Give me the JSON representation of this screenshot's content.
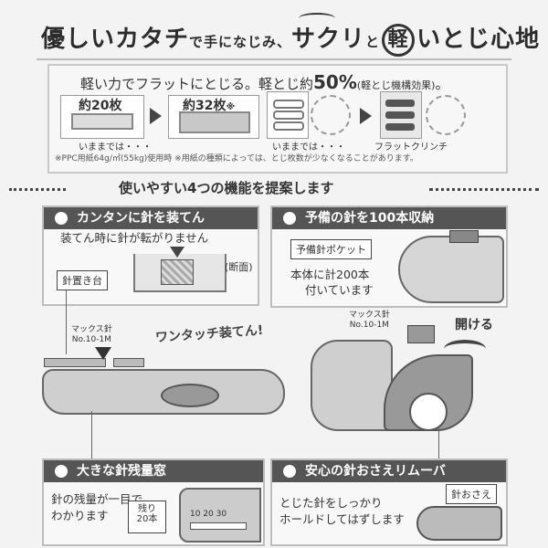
{
  "headline": {
    "part1": "優しいカタチ",
    "part2": "で手になじみ、",
    "part3": "サクリ",
    "part4": "と",
    "part5": "軽",
    "part6": "いとじ心地"
  },
  "top_box": {
    "title_a": "軽い力でフラットにとじる。軽とじ約",
    "title_percent": "50%",
    "title_note": "(軽とじ機構効果)",
    "title_end": "。",
    "before_count": "約20枚",
    "after_count": "約32枚",
    "after_mark": "※",
    "before_caption": "いままでは・・・",
    "after_caption": "いままでは・・・",
    "flat_caption": "フラットクリンチ",
    "note_a": "※PPC用紙64g/㎡(55kg)使用時",
    "note_b": "※用紙の種類によっては、とじ枚数が少なくなることがあります。"
  },
  "section_title": "使いやすい4つの機能を提案します",
  "panel_load": {
    "title": "カンタンに針を装てん",
    "text": "装てん時に針が転がりません",
    "label": "針置き台",
    "section": "(断面)",
    "staple_label": "マックス針\nNo.10-1M",
    "onetouch": "ワンタッチ装てん!"
  },
  "panel_storage": {
    "title": "予備の針を100本収納",
    "pocket": "予備針ポケット",
    "text1": "本体に計200本",
    "text2": "付いています",
    "staple_label": "マックス針\nNo.10-1M",
    "open": "開ける"
  },
  "panel_window": {
    "title": "大きな針残量窓",
    "text1": "針の残量が一目で",
    "text2": "わかります",
    "remain1": "残り",
    "remain2": "20本",
    "scale": "10  20  30"
  },
  "panel_remover": {
    "title": "安心の針おさえリムーバ",
    "text1": "とじた針をしっかり",
    "text2": "ホールドしてはずします",
    "label": "針おさえ"
  },
  "colors": {
    "panel_header": "#555555",
    "accent_dark": "#333333"
  }
}
